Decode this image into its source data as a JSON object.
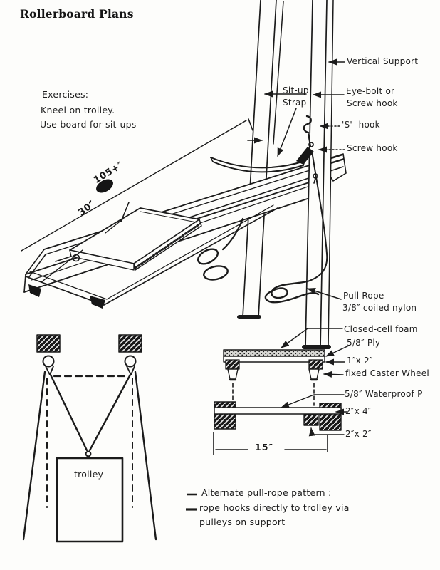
{
  "document": {
    "title": "Rollerboard Plans"
  },
  "exercises": {
    "heading": "Exercises:",
    "line1": "Kneel on trolley.",
    "line2": "Use board for sit-ups"
  },
  "assembly": {
    "vertical_support": "Vertical Support",
    "situp_strap_line1": "Sit-up",
    "situp_strap_line2": "Strap",
    "eyebolt_line1": "Eye-bolt or",
    "eyebolt_line2": "Screw hook",
    "s_hook": "'S'- hook",
    "screw_hook": "Screw hook",
    "pull_rope_line1": "Pull Rope",
    "pull_rope_line2": "3/8″ coiled nylon",
    "length_dimension": "105+″",
    "platform_dimension": "30″"
  },
  "pulley_diagram": {
    "trolley_label": "trolley"
  },
  "cross_section": {
    "closed_cell_foam": "Closed-cell foam",
    "ply_5_8": "5/8″ Ply",
    "rail_1x2": "1″x 2″",
    "fixed_caster_wheel": "fixed Caster Wheel",
    "waterproof_ply": "5/8″ Waterproof P",
    "lumber_2x4": "2″x 4″",
    "lumber_2x2": "2″x 2″",
    "width_dimension": "15″"
  },
  "notes": {
    "line1": "Alternate pull-rope pattern :",
    "line2": "rope hooks directly to trolley via",
    "line3": "pulleys on support"
  },
  "colors": {
    "ink": "#1b1b1b",
    "paper": "#fdfdfb"
  }
}
